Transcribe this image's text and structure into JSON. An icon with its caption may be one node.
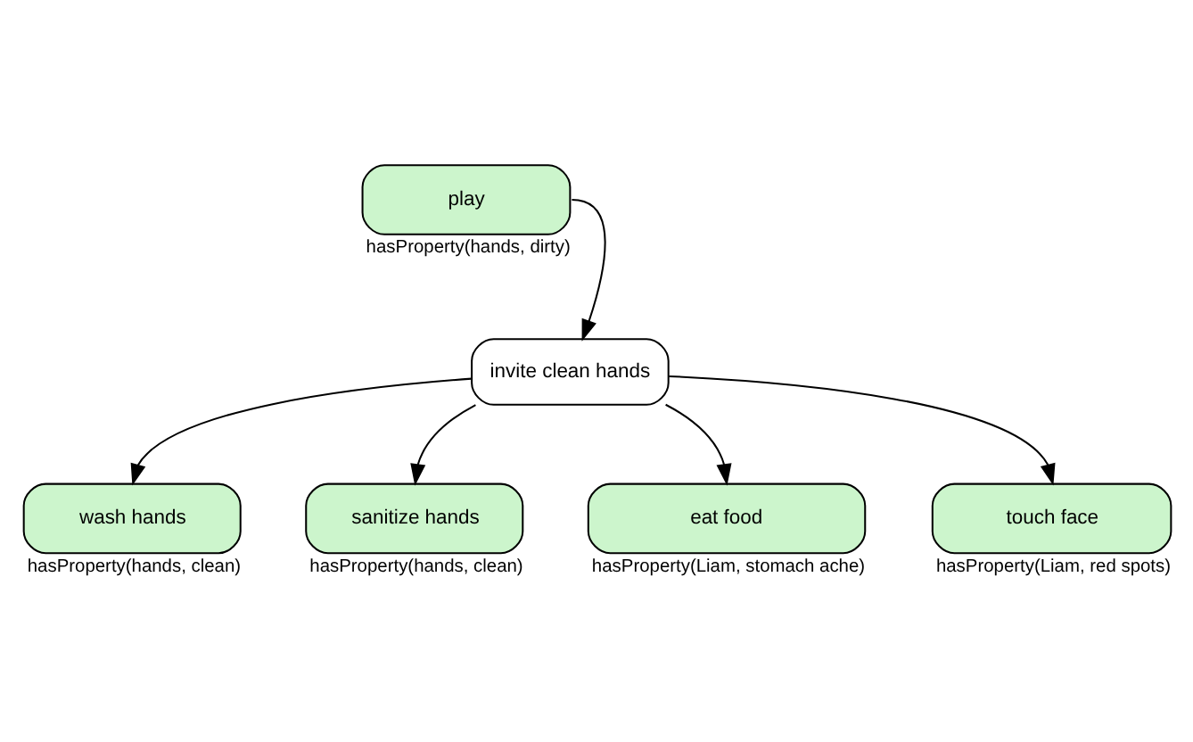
{
  "diagram": {
    "nodes": [
      {
        "text": [
          "play"
        ],
        "beside": [
          "hasProperty(hands, dirty)"
        ]
      },
      {
        "text": [
          "invite clean hands"
        ]
      },
      {
        "text": [
          "wash hands"
        ],
        "beside": [
          "hasProperty(hands, clean)"
        ]
      },
      {
        "text": [
          "sanitize hands"
        ],
        "beside": [
          "hasProperty(hands, clean)"
        ]
      },
      {
        "text": [
          "eat food"
        ],
        "beside": [
          "hasProperty(Liam, stomach ache)"
        ]
      },
      {
        "text": [
          "touch face"
        ],
        "beside": [
          "hasProperty(Liam, red spots)"
        ]
      }
    ],
    "edges": [
      {
        "from": 0,
        "to": 1,
        "arrow": "to"
      },
      {
        "from": 1,
        "to": 2,
        "arrow": "to"
      },
      {
        "from": 1,
        "to": 3,
        "arrow": "to"
      },
      {
        "from": 1,
        "to": 4,
        "arrow": "to"
      },
      {
        "from": 1,
        "to": 5,
        "arrow": "to"
      }
    ]
  }
}
